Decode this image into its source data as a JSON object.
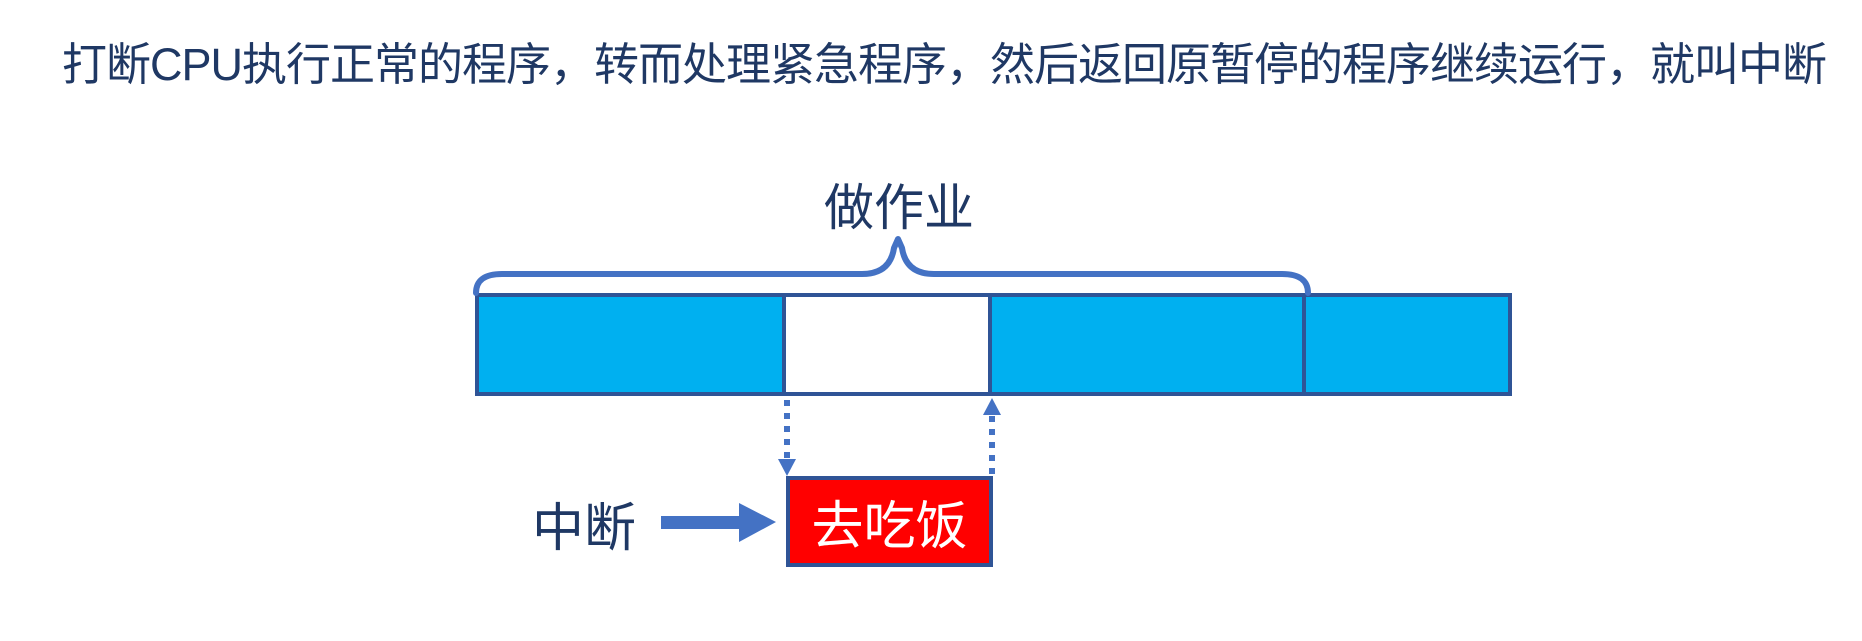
{
  "title": {
    "text": "打断CPU执行正常的程序，转而处理紧急程序，然后返回原暂停的程序继续运行，就叫中断"
  },
  "diagram": {
    "brace_label": "做作业",
    "interrupt_label": "中断",
    "task_label": "去吃饭",
    "bar": {
      "segments": [
        {
          "name": "normal-run-1",
          "state": "running",
          "style": "background:#00B0F0"
        },
        {
          "name": "interrupted-gap",
          "state": "interrupted",
          "style": "background:#FFFFFF"
        },
        {
          "name": "normal-run-2",
          "state": "running",
          "style": "background:#00B0F0"
        },
        {
          "name": "normal-run-3",
          "state": "running",
          "style": "background:#00B0F0"
        }
      ]
    }
  },
  "colors": {
    "text_navy": "#1F3864",
    "bar_fill": "#00B0F0",
    "bar_border": "#2F5496",
    "accent_blue": "#4472C4",
    "task_fill": "#FF0000",
    "task_text": "#FFFFFF"
  }
}
